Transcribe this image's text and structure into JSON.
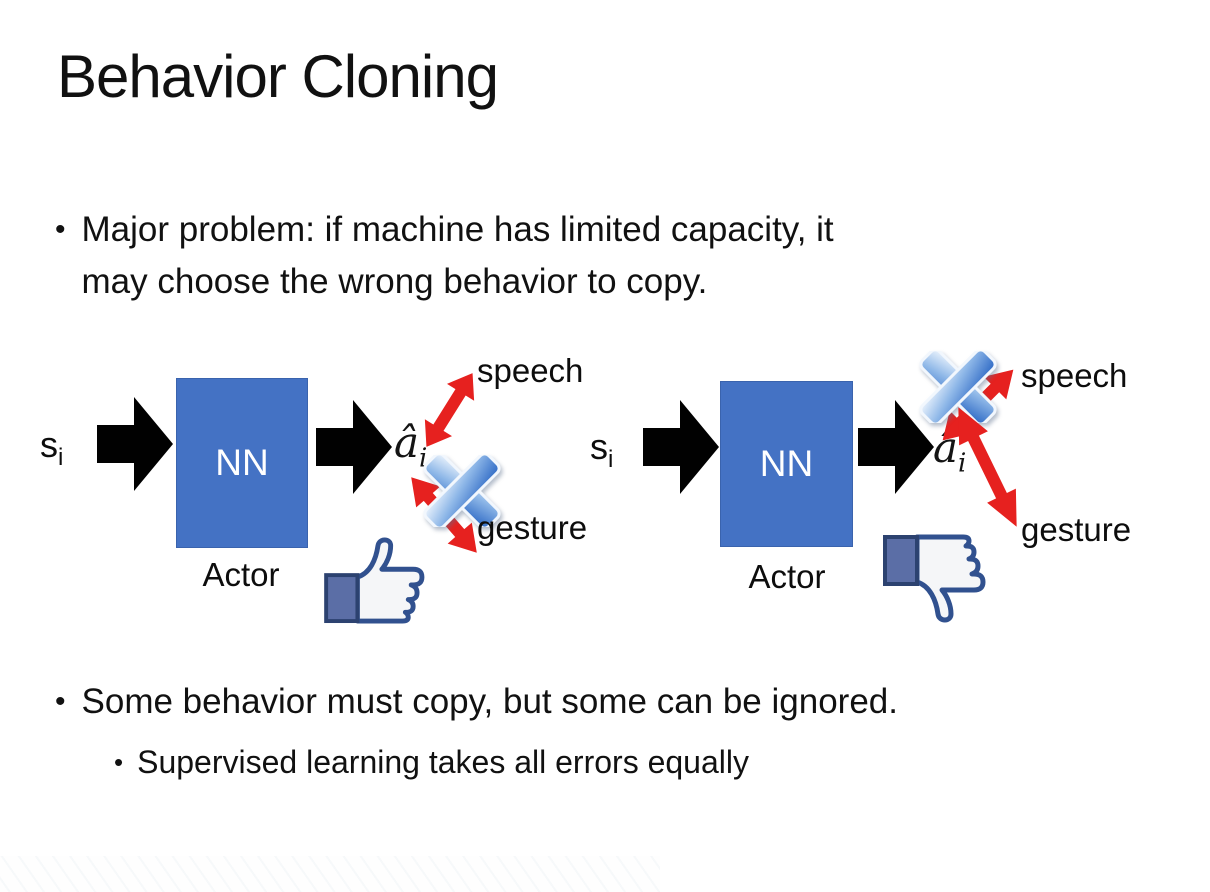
{
  "slide": {
    "title": "Behavior Cloning",
    "bullet_char": "•",
    "bullet1_line1": "Major problem: if machine has limited capacity, it",
    "bullet1_line2": "may choose the wrong behavior to copy.",
    "bullet2": "Some behavior must copy, but some can be ignored.",
    "sub_bullet": "Supervised learning takes all errors equally"
  },
  "diagram": {
    "left": {
      "input_label": "s",
      "input_sub": "i",
      "nn_label": "NN",
      "actor_label": "Actor",
      "output_label": "â",
      "output_sub": "i",
      "speech_label": "speech",
      "gesture_label": "gesture",
      "crossed_out": "gesture",
      "feedback_icon": "thumbs-up"
    },
    "right": {
      "input_label": "s",
      "input_sub": "i",
      "nn_label": "NN",
      "actor_label": "Actor",
      "output_label": "â",
      "output_sub": "i",
      "speech_label": "speech",
      "gesture_label": "gesture",
      "crossed_out": "speech",
      "feedback_icon": "thumbs-down"
    }
  },
  "colors": {
    "nn_box": "#4472C4",
    "nn_border": "#3a63ad",
    "black_arrow": "#010101",
    "red_arrow": "#e6211f",
    "cross_blue_light": "#e9f2fc",
    "cross_blue_mid": "#7fb0e8",
    "cross_blue_dark": "#2f6fce",
    "thumb_outline": "#31518f",
    "thumb_fill": "#f5f6f8",
    "cuff_fill": "#5b6ea6",
    "text": "#111111"
  }
}
